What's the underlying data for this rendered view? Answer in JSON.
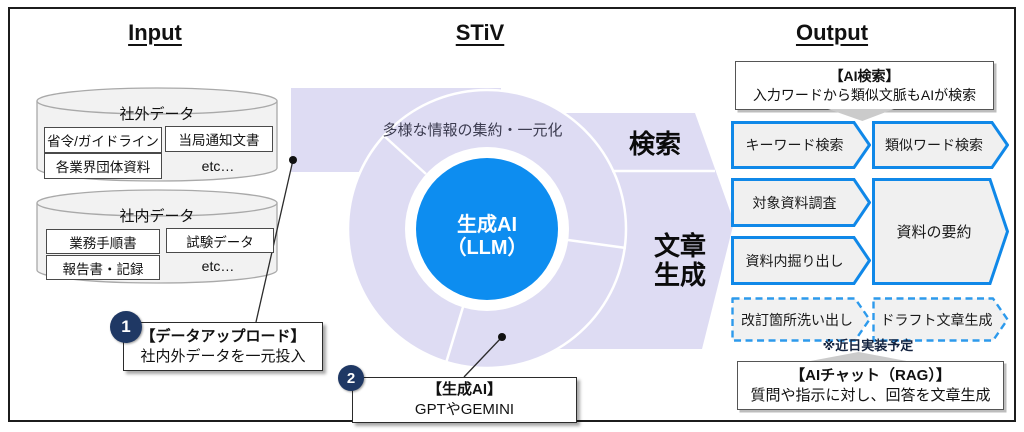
{
  "headers": {
    "input": "Input",
    "stiv": "STiV",
    "output": "Output"
  },
  "input": {
    "external": {
      "title": "社外データ",
      "items": [
        "省令/ガイドライン",
        "当局通知文書",
        "各業界団体資料",
        "etc…"
      ]
    },
    "internal": {
      "title": "社内データ",
      "items": [
        "業務手順書",
        "試験データ",
        "報告書・記録",
        "etc…"
      ]
    }
  },
  "center": {
    "band_label": "多様な情報の集約・一元化",
    "core_line1": "生成AI",
    "core_line2": "（LLM）",
    "search_label": "検索",
    "gen_line1": "文章",
    "gen_line2": "生成"
  },
  "output": {
    "functions": [
      "キーワード検索",
      "類似ワード検索",
      "対象資料調査",
      "資料の要約",
      "資料内掘り出し"
    ],
    "planned": [
      "改訂箇所洗い出し",
      "ドラフト文章生成"
    ],
    "planned_note": "※近日実装予定"
  },
  "callouts": {
    "ai_search": {
      "title": "【AI検索】",
      "desc": "入力ワードから類似文脈もAIが検索"
    },
    "ai_chat": {
      "title": "【AIチャット（RAG）】",
      "desc": "質問や指示に対し、回答を文章生成"
    },
    "upload": {
      "num": "1",
      "title": "【データアップロード】",
      "desc": "社内外データを一元投入"
    },
    "genai": {
      "num": "2",
      "title": "【生成AI】",
      "desc": "GPTやGEMINI"
    }
  },
  "colors": {
    "lavender": "#DEDCF3",
    "core_blue": "#0D8DF0",
    "accent_blue": "#1088E8",
    "dashed_blue": "#2D9AEC",
    "badge_navy": "#1F3864",
    "shape_fill": "#F0F0F0"
  }
}
